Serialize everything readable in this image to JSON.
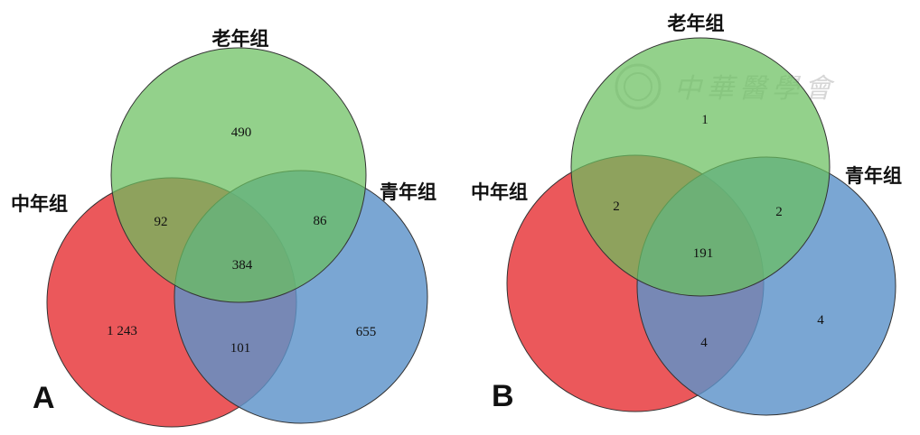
{
  "colors": {
    "old": "#6abf5e",
    "middle": "#e94b4f",
    "young": "#5d93c9",
    "outline": "#333333"
  },
  "watermark_text": "中華醫學會",
  "panels": [
    {
      "letter": "A",
      "labels": {
        "old": "老年组",
        "middle": "中年组",
        "young": "青年组"
      },
      "counts": {
        "old_only": "490",
        "middle_only": "1 243",
        "young_only": "655",
        "old_middle": "92",
        "old_young": "86",
        "middle_young": "101",
        "all": "384"
      }
    },
    {
      "letter": "B",
      "labels": {
        "old": "老年组",
        "middle": "中年组",
        "young": "青年组"
      },
      "counts": {
        "old_only": "1",
        "middle_only": "",
        "young_only": "4",
        "old_middle": "2",
        "old_young": "2",
        "middle_young": "4",
        "all": "191"
      }
    }
  ]
}
